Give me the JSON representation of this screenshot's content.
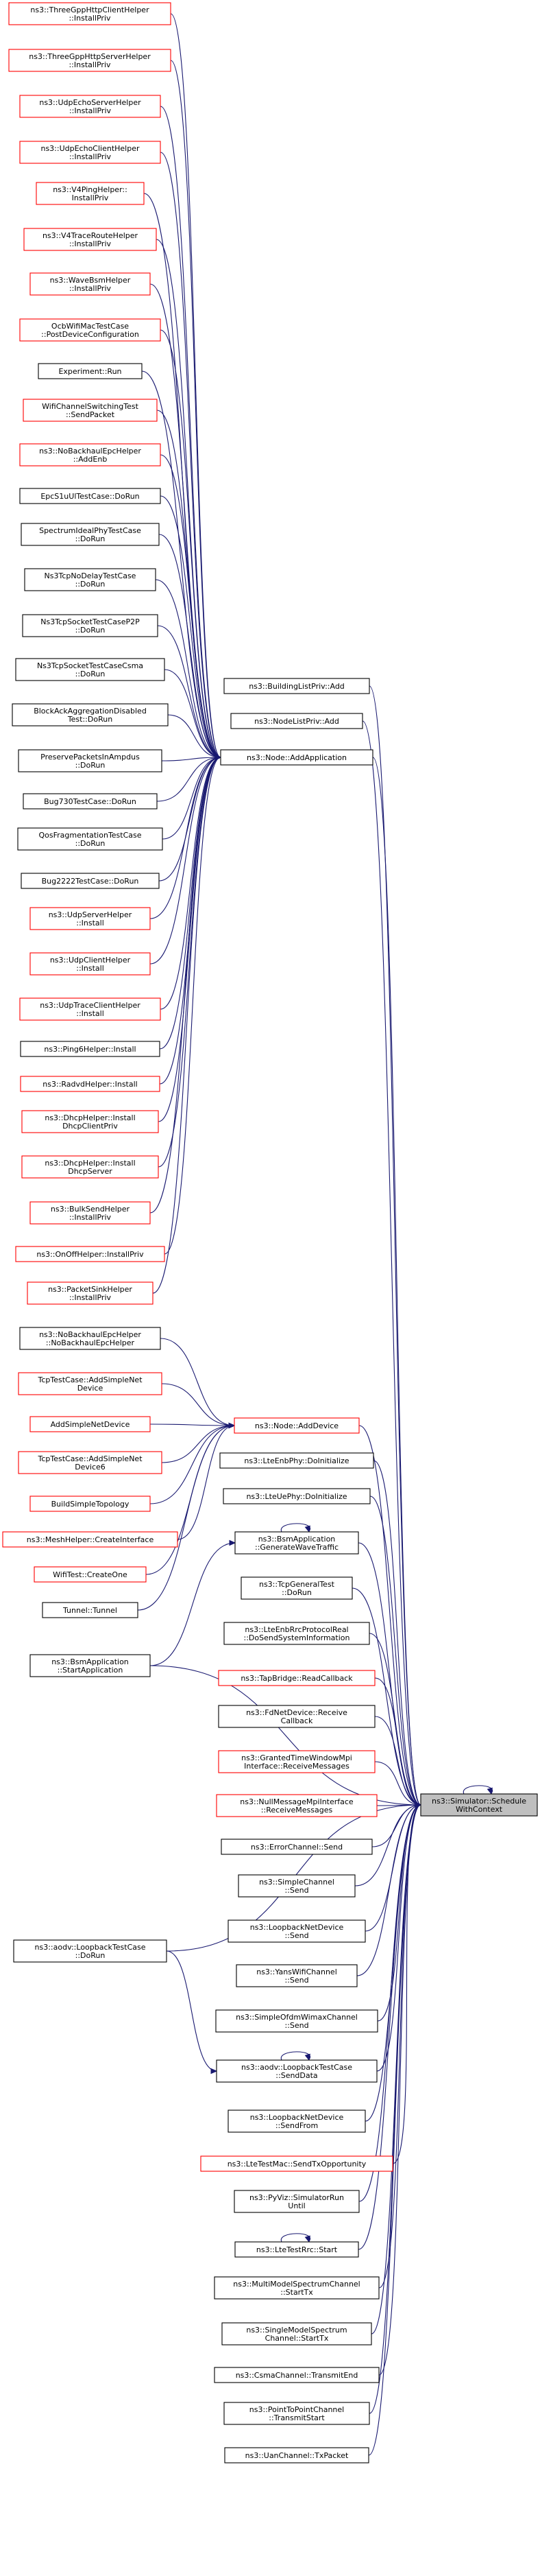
{
  "graph": {
    "nodes": [
      {
        "id": "ns3-threegpphttpclienthelper-installpriv",
        "lines": [
          "ns3::ThreeGppHttpClientHelper",
          "::InstallPriv"
        ],
        "border": "red"
      },
      {
        "id": "ns3-threegpphttpserverhelper-installpriv",
        "lines": [
          "ns3::ThreeGppHttpServerHelper",
          "::InstallPriv"
        ],
        "border": "red"
      },
      {
        "id": "ns3-udpechoserverhelper-installpriv",
        "lines": [
          "ns3::UdpEchoServerHelper",
          "::InstallPriv"
        ],
        "border": "red"
      },
      {
        "id": "ns3-udpechoclienthelper-installpriv",
        "lines": [
          "ns3::UdpEchoClientHelper",
          "::InstallPriv"
        ],
        "border": "red"
      },
      {
        "id": "ns3-v4pinghelper-installpriv",
        "lines": [
          "ns3::V4PingHelper::",
          "InstallPriv"
        ],
        "border": "red"
      },
      {
        "id": "ns3-v4traceroutehelper-installpriv",
        "lines": [
          "ns3::V4TraceRouteHelper",
          "::InstallPriv"
        ],
        "border": "red"
      },
      {
        "id": "ns3-wavebsmhelper-installpriv",
        "lines": [
          "ns3::WaveBsmHelper",
          "::InstallPriv"
        ],
        "border": "red"
      },
      {
        "id": "ocbwifimactestcase-postdeviceconfiguration",
        "lines": [
          "OcbWifiMacTestCase",
          "::PostDeviceConfiguration"
        ],
        "border": "red"
      },
      {
        "id": "experiment-run",
        "lines": [
          "Experiment::Run"
        ],
        "border": "black"
      },
      {
        "id": "wifichannelswitchingtest-sendpacket",
        "lines": [
          "WifiChannelSwitchingTest",
          "::SendPacket"
        ],
        "border": "red"
      },
      {
        "id": "ns3-nobackhaulepchelper-addenb",
        "lines": [
          "ns3::NoBackhaulEpcHelper",
          "::AddEnb"
        ],
        "border": "red"
      },
      {
        "id": "epcs1ulteststestcase-dorun",
        "lines": [
          "EpcS1uUlTestCase::DoRun"
        ],
        "border": "black"
      },
      {
        "id": "spectrumidealphytestcase-dorun",
        "lines": [
          "SpectrumIdealPhyTestCase",
          "::DoRun"
        ],
        "border": "black"
      },
      {
        "id": "ns3tcpnodelaytestcase-dorun",
        "lines": [
          "Ns3TcpNoDelayTestCase",
          "::DoRun"
        ],
        "border": "black"
      },
      {
        "id": "ns3tcpsockettestcasep2p-dorun",
        "lines": [
          "Ns3TcpSocketTestCaseP2P",
          "::DoRun"
        ],
        "border": "black"
      },
      {
        "id": "ns3tcpsockettestcasecsma-dorun",
        "lines": [
          "Ns3TcpSocketTestCaseCsma",
          "::DoRun"
        ],
        "border": "black"
      },
      {
        "id": "blockackaggregationdisabledtest-dorun",
        "lines": [
          "BlockAckAggregationDisabled",
          "Test::DoRun"
        ],
        "border": "black"
      },
      {
        "id": "preservepacketsinampdus-dorun",
        "lines": [
          "PreservePacketsInAmpdus",
          "::DoRun"
        ],
        "border": "black"
      },
      {
        "id": "bug730testcase-dorun",
        "lines": [
          "Bug730TestCase::DoRun"
        ],
        "border": "black"
      },
      {
        "id": "qosfragmentationtestcase-dorun",
        "lines": [
          "QosFragmentationTestCase",
          "::DoRun"
        ],
        "border": "black"
      },
      {
        "id": "bug2222testcase-dorun",
        "lines": [
          "Bug2222TestCase::DoRun"
        ],
        "border": "black"
      },
      {
        "id": "ns3-udpserverhelper-install",
        "lines": [
          "ns3::UdpServerHelper",
          "::Install"
        ],
        "border": "red"
      },
      {
        "id": "ns3-udpclienthelper-install",
        "lines": [
          "ns3::UdpClientHelper",
          "::Install"
        ],
        "border": "red"
      },
      {
        "id": "ns3-udptraceclienthelper-install",
        "lines": [
          "ns3::UdpTraceClientHelper",
          "::Install"
        ],
        "border": "red"
      },
      {
        "id": "ns3-ping6helper-install",
        "lines": [
          "ns3::Ping6Helper::Install"
        ],
        "border": "black"
      },
      {
        "id": "ns3-radvdhelper-install",
        "lines": [
          "ns3::RadvdHelper::Install"
        ],
        "border": "red"
      },
      {
        "id": "ns3-dhcphelper-installdhcpclientpriv",
        "lines": [
          "ns3::DhcpHelper::Install",
          "DhcpClientPriv"
        ],
        "border": "red"
      },
      {
        "id": "ns3-dhcphelper-installdhcpserver",
        "lines": [
          "ns3::DhcpHelper::Install",
          "DhcpServer"
        ],
        "border": "red"
      },
      {
        "id": "ns3-bulksendhelper-installpriv",
        "lines": [
          "ns3::BulkSendHelper",
          "::InstallPriv"
        ],
        "border": "red"
      },
      {
        "id": "ns3-onoffhelper-installpriv",
        "lines": [
          "ns3::OnOffHelper::InstallPriv"
        ],
        "border": "red"
      },
      {
        "id": "ns3-packetsinkhelper-installpriv",
        "lines": [
          "ns3::PacketSinkHelper",
          "::InstallPriv"
        ],
        "border": "red"
      },
      {
        "id": "ns3-nobackhaulepchelper-nobackhaulepchelper",
        "lines": [
          "ns3::NoBackhaulEpcHelper",
          "::NoBackhaulEpcHelper"
        ],
        "border": "black"
      },
      {
        "id": "tcptestcase-addsimplenetdevice",
        "lines": [
          "TcpTestCase::AddSimpleNet",
          "Device"
        ],
        "border": "red"
      },
      {
        "id": "addsimplenetdevice",
        "lines": [
          "AddSimpleNetDevice"
        ],
        "border": "red"
      },
      {
        "id": "tcptestcase-addsimplenetdevice6",
        "lines": [
          "TcpTestCase::AddSimpleNet",
          "Device6"
        ],
        "border": "red"
      },
      {
        "id": "buildsimpletopology",
        "lines": [
          "BuildSimpleTopology"
        ],
        "border": "red"
      },
      {
        "id": "ns3-meshhelper-createinterface",
        "lines": [
          "ns3::MeshHelper::CreateInterface"
        ],
        "border": "red"
      },
      {
        "id": "wifitest-createone",
        "lines": [
          "WifiTest::CreateOne"
        ],
        "border": "red"
      },
      {
        "id": "tunnel-tunnel",
        "lines": [
          "Tunnel::Tunnel"
        ],
        "border": "black"
      },
      {
        "id": "ns3-bsmapplication-startapplication",
        "lines": [
          "ns3::BsmApplication",
          "::StartApplication"
        ],
        "border": "black"
      },
      {
        "id": "ns3-aodv-loopbacktestcase-dorun",
        "lines": [
          "ns3::aodv::LoopbackTestCase",
          "::DoRun"
        ],
        "border": "black"
      },
      {
        "id": "ns3-buildinglistpriv-add",
        "lines": [
          "ns3::BuildingListPriv::Add"
        ],
        "border": "black"
      },
      {
        "id": "ns3-nodelistpriv-add",
        "lines": [
          "ns3::NodeListPriv::Add"
        ],
        "border": "black"
      },
      {
        "id": "ns3-node-addapplication",
        "lines": [
          "ns3::Node::AddApplication"
        ],
        "border": "black"
      },
      {
        "id": "ns3-node-adddevice",
        "lines": [
          "ns3::Node::AddDevice"
        ],
        "border": "red"
      },
      {
        "id": "ns3-lteenbphy-doinitialize",
        "lines": [
          "ns3::LteEnbPhy::DoInitialize"
        ],
        "border": "black"
      },
      {
        "id": "ns3-lteuephy-doinitialize",
        "lines": [
          "ns3::LteUePhy::DoInitialize"
        ],
        "border": "black"
      },
      {
        "id": "ns3-bsmapplication-generatewavetraffic",
        "lines": [
          "ns3::BsmApplication",
          "::GenerateWaveTraffic"
        ],
        "border": "black"
      },
      {
        "id": "ns3-tcpgeneraltest-dorun",
        "lines": [
          "ns3::TcpGeneralTest",
          "::DoRun"
        ],
        "border": "black"
      },
      {
        "id": "ns3-lteenbrrcprotocolreal-dosendsysteminformation",
        "lines": [
          "ns3::LteEnbRrcProtocolReal",
          "::DoSendSystemInformation"
        ],
        "border": "black"
      },
      {
        "id": "ns3-tapbridge-readcallback",
        "lines": [
          "ns3::TapBridge::ReadCallback"
        ],
        "border": "red"
      },
      {
        "id": "ns3-fdnetdevice-receivecallback",
        "lines": [
          "ns3::FdNetDevice::Receive",
          "Callback"
        ],
        "border": "black"
      },
      {
        "id": "ns3-grantedtimewindowmpiinterface-receivemessages",
        "lines": [
          "ns3::GrantedTimeWindowMpi",
          "Interface::ReceiveMessages"
        ],
        "border": "red"
      },
      {
        "id": "ns3-nullmessagempiinterface-receivemessages",
        "lines": [
          "ns3::NullMessageMpiInterface",
          "::ReceiveMessages"
        ],
        "border": "red"
      },
      {
        "id": "ns3-errorchannel-send",
        "lines": [
          "ns3::ErrorChannel::Send"
        ],
        "border": "black"
      },
      {
        "id": "ns3-simplechannel-send",
        "lines": [
          "ns3::SimpleChannel",
          "::Send"
        ],
        "border": "black"
      },
      {
        "id": "ns3-loopbacknetdevice-send",
        "lines": [
          "ns3::LoopbackNetDevice",
          "::Send"
        ],
        "border": "black"
      },
      {
        "id": "ns3-yanswifichannel-send",
        "lines": [
          "ns3::YansWifiChannel",
          "::Send"
        ],
        "border": "black"
      },
      {
        "id": "ns3-simpleofdmwimaxchannel-send",
        "lines": [
          "ns3::SimpleOfdmWimaxChannel",
          "::Send"
        ],
        "border": "black"
      },
      {
        "id": "ns3-aodv-loopbacktestcase-senddata",
        "lines": [
          "ns3::aodv::LoopbackTestCase",
          "::SendData"
        ],
        "border": "black"
      },
      {
        "id": "ns3-loopbacknetdevice-sendfrom",
        "lines": [
          "ns3::LoopbackNetDevice",
          "::SendFrom"
        ],
        "border": "black"
      },
      {
        "id": "ns3-ltetestmac-sendtxopportunity",
        "lines": [
          "ns3::LteTestMac::SendTxOpportunity"
        ],
        "border": "red"
      },
      {
        "id": "ns3-pyviz-simulatorrununtil",
        "lines": [
          "ns3::PyViz::SimulatorRun",
          "Until"
        ],
        "border": "black"
      },
      {
        "id": "ns3-ltetestrrc-start",
        "lines": [
          "ns3::LteTestRrc::Start"
        ],
        "border": "black"
      },
      {
        "id": "ns3-multimodelspectrumchannel-starttx",
        "lines": [
          "ns3::MultiModelSpectrumChannel",
          "::StartTx"
        ],
        "border": "black"
      },
      {
        "id": "ns3-singlemodelspectrumchannel-starttx",
        "lines": [
          "ns3::SingleModelSpectrum",
          "Channel::StartTx"
        ],
        "border": "black"
      },
      {
        "id": "ns3-csmachannel-transmitend",
        "lines": [
          "ns3::CsmaChannel::TransmitEnd"
        ],
        "border": "black"
      },
      {
        "id": "ns3-pointtopointchannel-transmitstart",
        "lines": [
          "ns3::PointToPointChannel",
          "::TransmitStart"
        ],
        "border": "black"
      },
      {
        "id": "ns3-uanchannel-txpacket",
        "lines": [
          "ns3::UanChannel::TxPacket"
        ],
        "border": "black"
      },
      {
        "id": "ns3-simulator-schedulewithcontext",
        "lines": [
          "ns3::Simulator::Schedule",
          "WithContext"
        ],
        "border": "black",
        "highlight": true
      }
    ],
    "edges": [
      [
        "ns3-threegpphttpclienthelper-installpriv",
        "ns3-node-addapplication"
      ],
      [
        "ns3-threegpphttpserverhelper-installpriv",
        "ns3-node-addapplication"
      ],
      [
        "ns3-udpechoserverhelper-installpriv",
        "ns3-node-addapplication"
      ],
      [
        "ns3-udpechoclienthelper-installpriv",
        "ns3-node-addapplication"
      ],
      [
        "ns3-v4pinghelper-installpriv",
        "ns3-node-addapplication"
      ],
      [
        "ns3-v4traceroutehelper-installpriv",
        "ns3-node-addapplication"
      ],
      [
        "ns3-wavebsmhelper-installpriv",
        "ns3-node-addapplication"
      ],
      [
        "ocbwifimactestcase-postdeviceconfiguration",
        "ns3-node-addapplication"
      ],
      [
        "experiment-run",
        "ns3-node-addapplication"
      ],
      [
        "wifichannelswitchingtest-sendpacket",
        "ns3-node-addapplication"
      ],
      [
        "ns3-nobackhaulepchelper-addenb",
        "ns3-node-addapplication"
      ],
      [
        "epcs1ulteststestcase-dorun",
        "ns3-node-addapplication"
      ],
      [
        "spectrumidealphytestcase-dorun",
        "ns3-node-addapplication"
      ],
      [
        "ns3tcpnodelaytestcase-dorun",
        "ns3-node-addapplication"
      ],
      [
        "ns3tcpsockettestcasep2p-dorun",
        "ns3-node-addapplication"
      ],
      [
        "ns3tcpsockettestcasecsma-dorun",
        "ns3-node-addapplication"
      ],
      [
        "blockackaggregationdisabledtest-dorun",
        "ns3-node-addapplication"
      ],
      [
        "preservepacketsinampdus-dorun",
        "ns3-node-addapplication"
      ],
      [
        "bug730testcase-dorun",
        "ns3-node-addapplication"
      ],
      [
        "qosfragmentationtestcase-dorun",
        "ns3-node-addapplication"
      ],
      [
        "bug2222testcase-dorun",
        "ns3-node-addapplication"
      ],
      [
        "ns3-udpserverhelper-install",
        "ns3-node-addapplication"
      ],
      [
        "ns3-udpclienthelper-install",
        "ns3-node-addapplication"
      ],
      [
        "ns3-udptraceclienthelper-install",
        "ns3-node-addapplication"
      ],
      [
        "ns3-ping6helper-install",
        "ns3-node-addapplication"
      ],
      [
        "ns3-radvdhelper-install",
        "ns3-node-addapplication"
      ],
      [
        "ns3-dhcphelper-installdhcpclientpriv",
        "ns3-node-addapplication"
      ],
      [
        "ns3-dhcphelper-installdhcpserver",
        "ns3-node-addapplication"
      ],
      [
        "ns3-bulksendhelper-installpriv",
        "ns3-node-addapplication"
      ],
      [
        "ns3-onoffhelper-installpriv",
        "ns3-node-addapplication"
      ],
      [
        "ns3-packetsinkhelper-installpriv",
        "ns3-node-addapplication"
      ],
      [
        "ns3-nobackhaulepchelper-nobackhaulepchelper",
        "ns3-node-adddevice"
      ],
      [
        "tcptestcase-addsimplenetdevice",
        "ns3-node-adddevice"
      ],
      [
        "addsimplenetdevice",
        "ns3-node-adddevice"
      ],
      [
        "tcptestcase-addsimplenetdevice6",
        "ns3-node-adddevice"
      ],
      [
        "buildsimpletopology",
        "ns3-node-adddevice"
      ],
      [
        "ns3-meshhelper-createinterface",
        "ns3-node-adddevice"
      ],
      [
        "wifitest-createone",
        "ns3-node-adddevice"
      ],
      [
        "tunnel-tunnel",
        "ns3-node-adddevice"
      ],
      [
        "ns3-bsmapplication-startapplication",
        "ns3-bsmapplication-generatewavetraffic"
      ],
      [
        "ns3-bsmapplication-generatewavetraffic",
        "ns3-bsmapplication-generatewavetraffic"
      ],
      [
        "ns3-aodv-loopbacktestcase-dorun",
        "ns3-aodv-loopbacktestcase-senddata"
      ],
      [
        "ns3-aodv-loopbacktestcase-senddata",
        "ns3-aodv-loopbacktestcase-senddata"
      ],
      [
        "ns3-ltetestrrc-start",
        "ns3-ltetestrrc-start"
      ],
      [
        "ns3-buildinglistpriv-add",
        "ns3-simulator-schedulewithcontext"
      ],
      [
        "ns3-nodelistpriv-add",
        "ns3-simulator-schedulewithcontext"
      ],
      [
        "ns3-node-addapplication",
        "ns3-simulator-schedulewithcontext"
      ],
      [
        "ns3-node-adddevice",
        "ns3-simulator-schedulewithcontext"
      ],
      [
        "ns3-lteenbphy-doinitialize",
        "ns3-simulator-schedulewithcontext"
      ],
      [
        "ns3-lteuephy-doinitialize",
        "ns3-simulator-schedulewithcontext"
      ],
      [
        "ns3-bsmapplication-generatewavetraffic",
        "ns3-simulator-schedulewithcontext"
      ],
      [
        "ns3-tcpgeneraltest-dorun",
        "ns3-simulator-schedulewithcontext"
      ],
      [
        "ns3-lteenbrrcprotocolreal-dosendsysteminformation",
        "ns3-simulator-schedulewithcontext"
      ],
      [
        "ns3-bsmapplication-startapplication",
        "ns3-simulator-schedulewithcontext"
      ],
      [
        "ns3-aodv-loopbacktestcase-dorun",
        "ns3-simulator-schedulewithcontext"
      ],
      [
        "ns3-tapbridge-readcallback",
        "ns3-simulator-schedulewithcontext"
      ],
      [
        "ns3-fdnetdevice-receivecallback",
        "ns3-simulator-schedulewithcontext"
      ],
      [
        "ns3-grantedtimewindowmpiinterface-receivemessages",
        "ns3-simulator-schedulewithcontext"
      ],
      [
        "ns3-nullmessagempiinterface-receivemessages",
        "ns3-simulator-schedulewithcontext"
      ],
      [
        "ns3-errorchannel-send",
        "ns3-simulator-schedulewithcontext"
      ],
      [
        "ns3-simplechannel-send",
        "ns3-simulator-schedulewithcontext"
      ],
      [
        "ns3-loopbacknetdevice-send",
        "ns3-simulator-schedulewithcontext"
      ],
      [
        "ns3-yanswifichannel-send",
        "ns3-simulator-schedulewithcontext"
      ],
      [
        "ns3-simpleofdmwimaxchannel-send",
        "ns3-simulator-schedulewithcontext"
      ],
      [
        "ns3-aodv-loopbacktestcase-senddata",
        "ns3-simulator-schedulewithcontext"
      ],
      [
        "ns3-loopbacknetdevice-sendfrom",
        "ns3-simulator-schedulewithcontext"
      ],
      [
        "ns3-ltetestmac-sendtxopportunity",
        "ns3-simulator-schedulewithcontext"
      ],
      [
        "ns3-pyviz-simulatorrununtil",
        "ns3-simulator-schedulewithcontext"
      ],
      [
        "ns3-ltetestrrc-start",
        "ns3-simulator-schedulewithcontext"
      ],
      [
        "ns3-multimodelspectrumchannel-starttx",
        "ns3-simulator-schedulewithcontext"
      ],
      [
        "ns3-singlemodelspectrumchannel-starttx",
        "ns3-simulator-schedulewithcontext"
      ],
      [
        "ns3-csmachannel-transmitend",
        "ns3-simulator-schedulewithcontext"
      ],
      [
        "ns3-pointtopointchannel-transmitstart",
        "ns3-simulator-schedulewithcontext"
      ],
      [
        "ns3-uanchannel-txpacket",
        "ns3-simulator-schedulewithcontext"
      ],
      [
        "ns3-simulator-schedulewithcontext",
        "ns3-simulator-schedulewithcontext"
      ]
    ]
  }
}
